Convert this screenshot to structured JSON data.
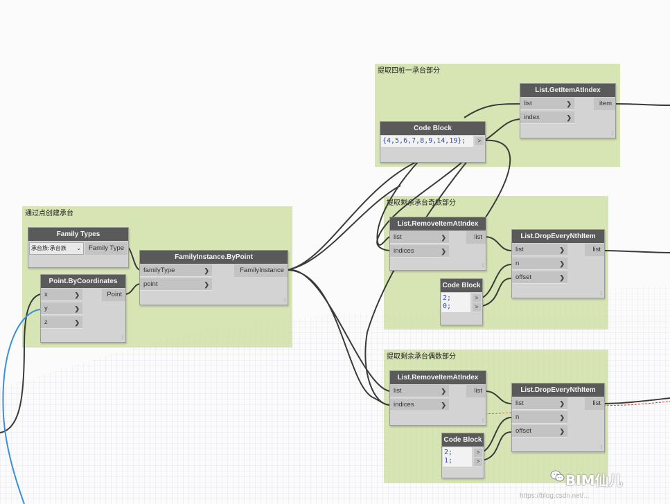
{
  "groups": {
    "g_create": "通过点创建承台",
    "g_four": "提取四桩一承台部分",
    "g_odd": "提取剩余承台奇数部分",
    "g_even": "提取剩余承台偶数部分"
  },
  "nodes": {
    "family_types": {
      "title": "Family Types",
      "selected": "承台族:承台族",
      "output": "Family Type"
    },
    "point_by_coords": {
      "title": "Point.ByCoordinates",
      "inputs": [
        "x",
        "y",
        "z"
      ],
      "output": "Point"
    },
    "family_instance": {
      "title": "FamilyInstance.ByPoint",
      "inputs": [
        "familyType",
        "point"
      ],
      "output": "FamilyInstance"
    },
    "code_block_main": {
      "title": "Code Block",
      "code": "{4,5,6,7,8,9,14,19};",
      "output": ">"
    },
    "get_item": {
      "title": "List.GetItemAtIndex",
      "inputs": [
        "list",
        "index"
      ],
      "output": "item"
    },
    "remove_odd": {
      "title": "List.RemoveItemAtIndex",
      "inputs": [
        "list",
        "indices"
      ],
      "output": "list"
    },
    "drop_odd": {
      "title": "List.DropEveryNthItem",
      "inputs": [
        "list",
        "n",
        "offset"
      ],
      "output": "list"
    },
    "code_odd": {
      "title": "Code Block",
      "code": "2;\n0;",
      "outputs": [
        ">",
        ">"
      ]
    },
    "remove_even": {
      "title": "List.RemoveItemAtIndex",
      "inputs": [
        "list",
        "indices"
      ],
      "output": "list"
    },
    "drop_even": {
      "title": "List.DropEveryNthItem",
      "inputs": [
        "list",
        "n",
        "offset"
      ],
      "output": "list"
    },
    "code_even": {
      "title": "Code Block",
      "code": "2;\n1;",
      "outputs": [
        ">",
        ">"
      ]
    }
  },
  "watermark": {
    "brand": "BIM仙儿",
    "url": "https://blog.csdn.net/..."
  },
  "colors": {
    "group_fill": "#cddea0",
    "node_header": "#5a5a5a",
    "node_body": "#d3d3d3",
    "wire": "#3a3a3a",
    "wire_blue": "#3b8fd6",
    "wire_red": "#d03a3a"
  }
}
